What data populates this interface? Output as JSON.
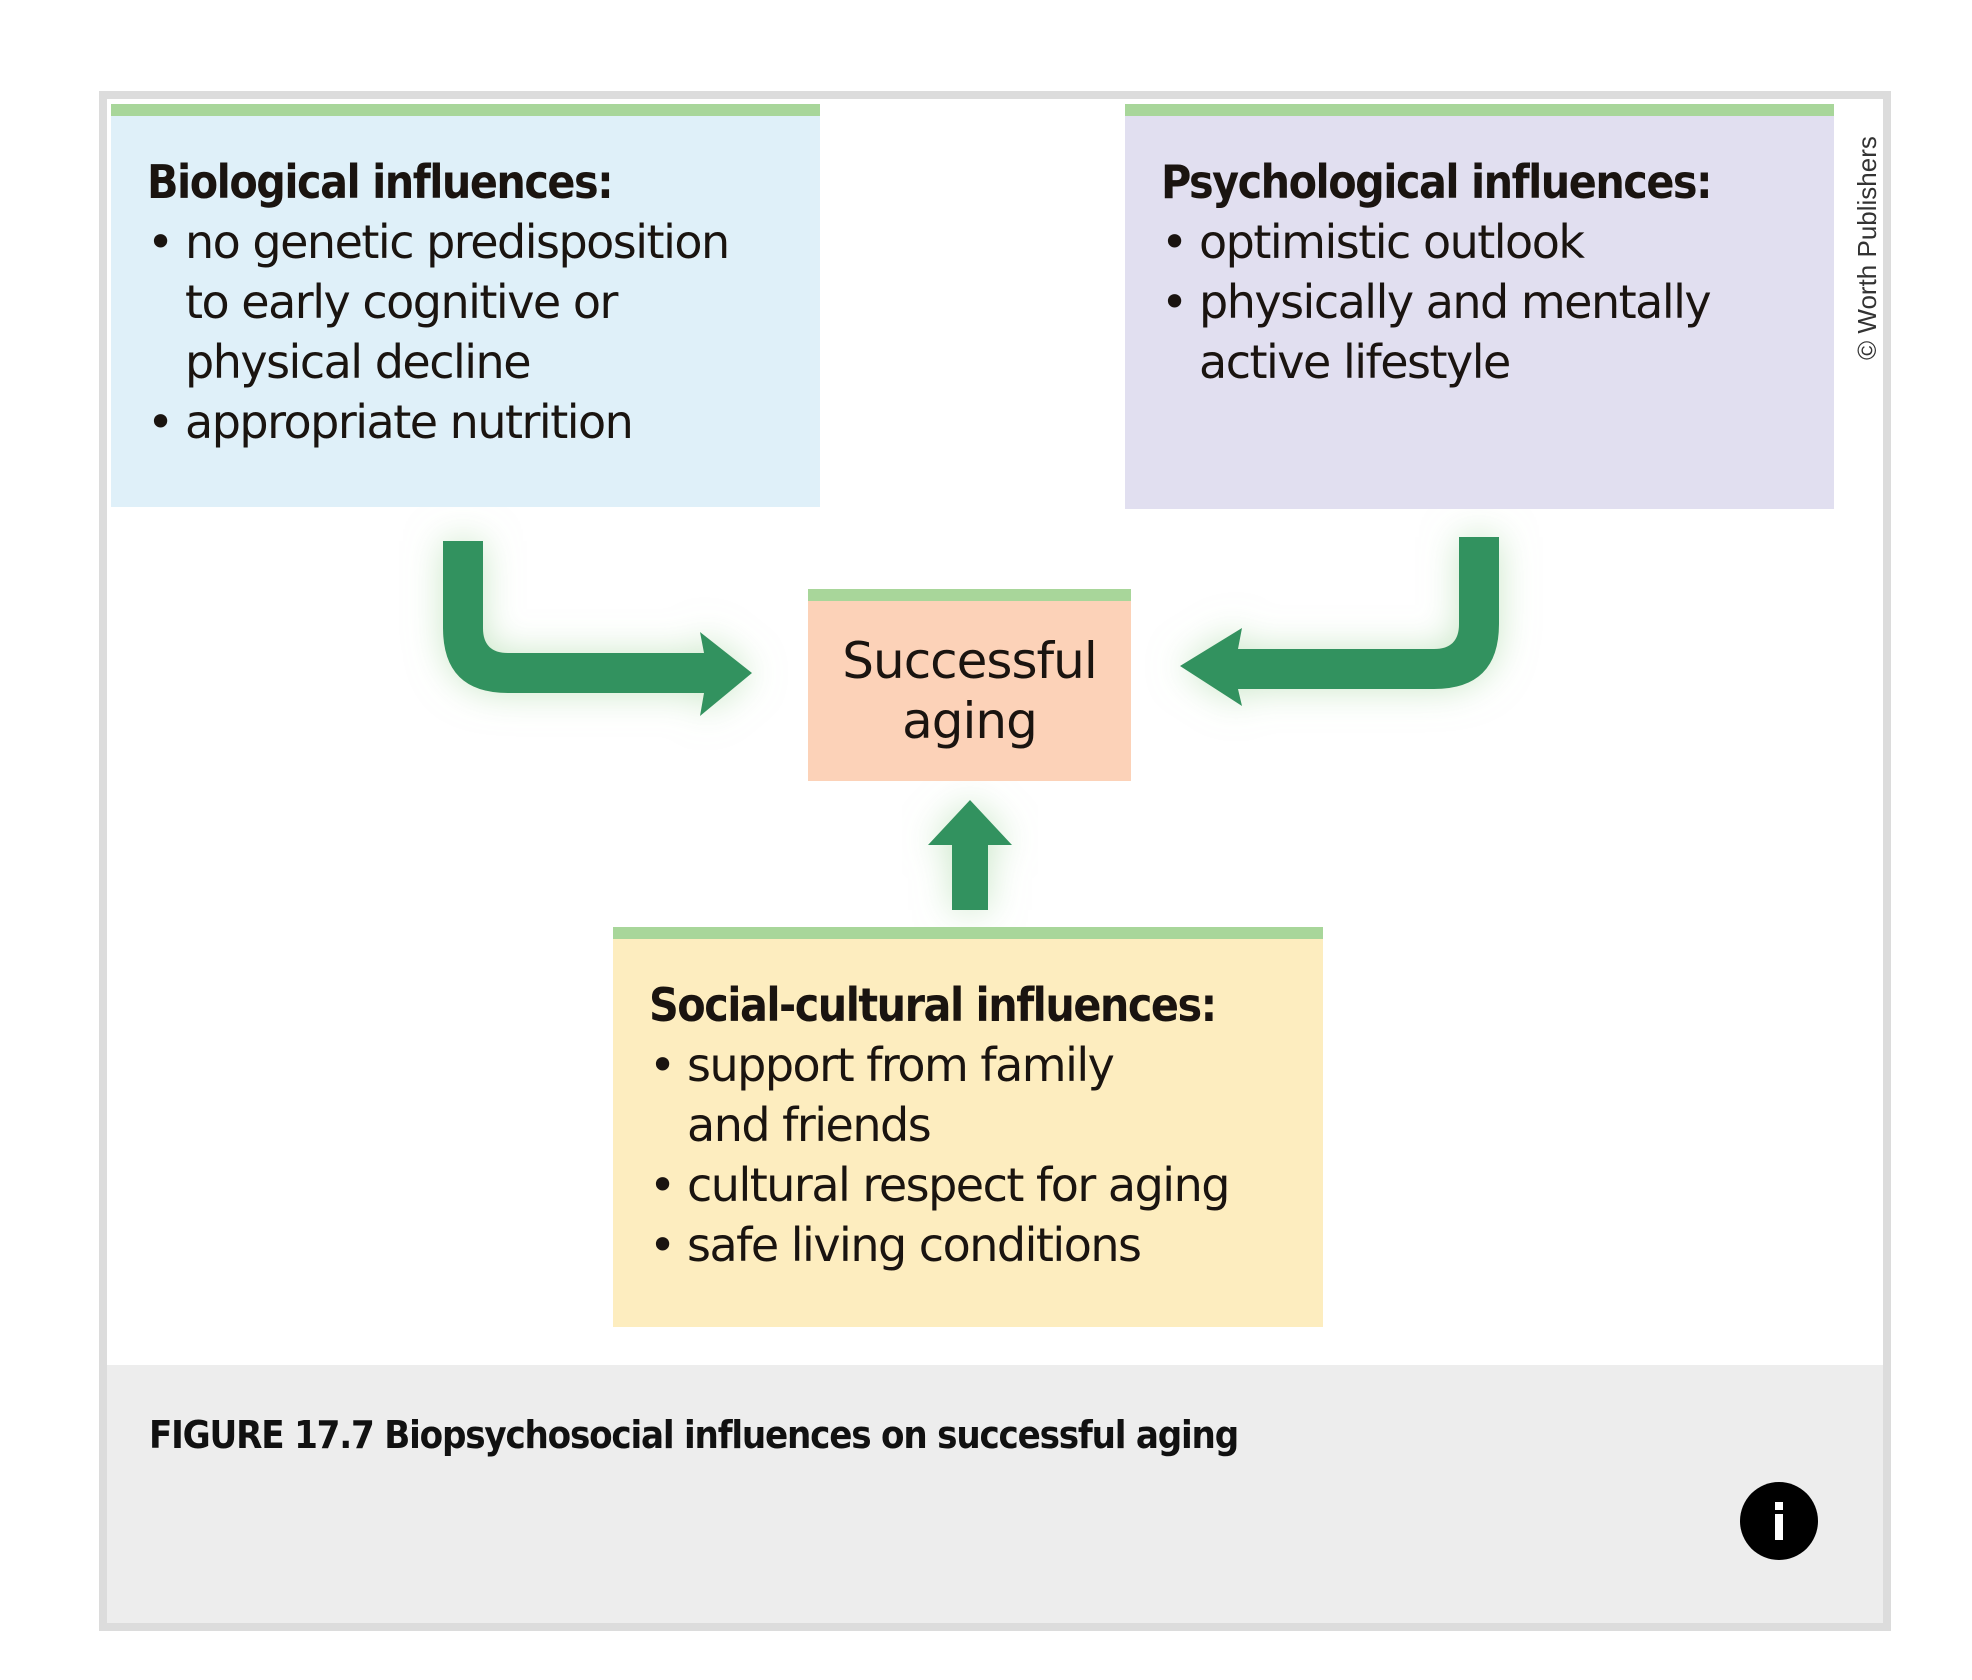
{
  "diagram": {
    "boxes": {
      "biological": {
        "title": "Biological influences:",
        "items": [
          {
            "bullet": "•",
            "lines": [
              "no genetic predisposition",
              "to early cognitive or",
              "physical decline"
            ]
          },
          {
            "bullet": "•",
            "lines": [
              "appropriate nutrition"
            ]
          }
        ],
        "color": "#dff0f9"
      },
      "psychological": {
        "title": "Psychological influences:",
        "items": [
          {
            "bullet": "•",
            "lines": [
              "optimistic outlook"
            ]
          },
          {
            "bullet": "•",
            "lines": [
              "physically and mentally",
              "active lifestyle"
            ]
          }
        ],
        "color": "#e1dff0"
      },
      "social": {
        "title": "Social-cultural influences:",
        "items": [
          {
            "bullet": "•",
            "lines": [
              "support from family",
              "and friends"
            ]
          },
          {
            "bullet": "•",
            "lines": [
              "cultural respect for aging"
            ]
          },
          {
            "bullet": "•",
            "lines": [
              "safe living conditions"
            ]
          }
        ],
        "color": "#fdedbf"
      }
    },
    "center": {
      "line1": "Successful",
      "line2": "aging",
      "color": "#fcd2b8"
    },
    "arrows": [
      {
        "from": "biological",
        "to": "center",
        "direction": "right"
      },
      {
        "from": "psychological",
        "to": "center",
        "direction": "left"
      },
      {
        "from": "social",
        "to": "center",
        "direction": "up"
      }
    ],
    "accent_bar_color": "#a8d69a",
    "arrow_color": "#33925f",
    "copyright": "© Worth Publishers"
  },
  "caption": {
    "text": "FIGURE 17.7 Biopsychosocial influences on successful aging",
    "info_icon": "info-icon"
  }
}
